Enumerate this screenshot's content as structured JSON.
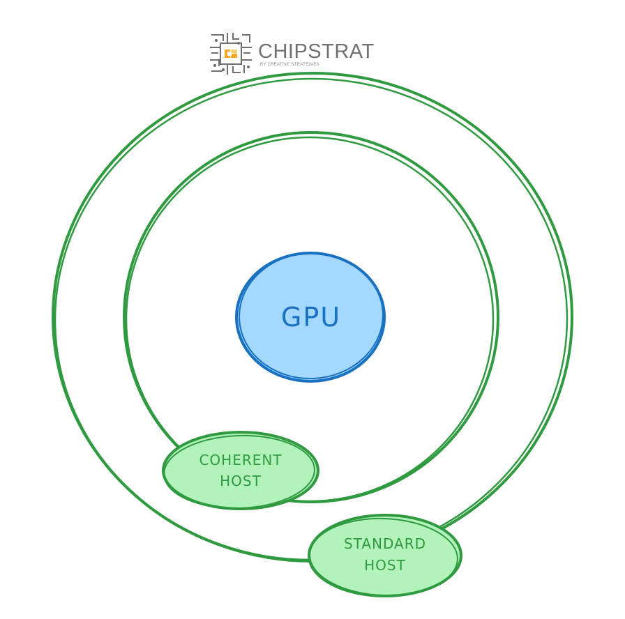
{
  "logo": {
    "title": "CHIPSTRAT",
    "subtitle": "BY CREATIVE STRATEGIES"
  },
  "nodes": {
    "gpu": {
      "label": "GPU"
    },
    "coherent_host": {
      "line1": "COHERENT",
      "line2": "HOST"
    },
    "standard_host": {
      "line1": "STANDARD",
      "line2": "HOST"
    }
  },
  "colors": {
    "ring_stroke": "#2f9a40",
    "host_fill": "#b2f2bb",
    "gpu_stroke": "#1971c2",
    "gpu_fill": "#a5d8ff",
    "logo_gray": "#707070",
    "logo_accent_orange": "#f5a623",
    "logo_accent_yellow": "#f7d070"
  }
}
